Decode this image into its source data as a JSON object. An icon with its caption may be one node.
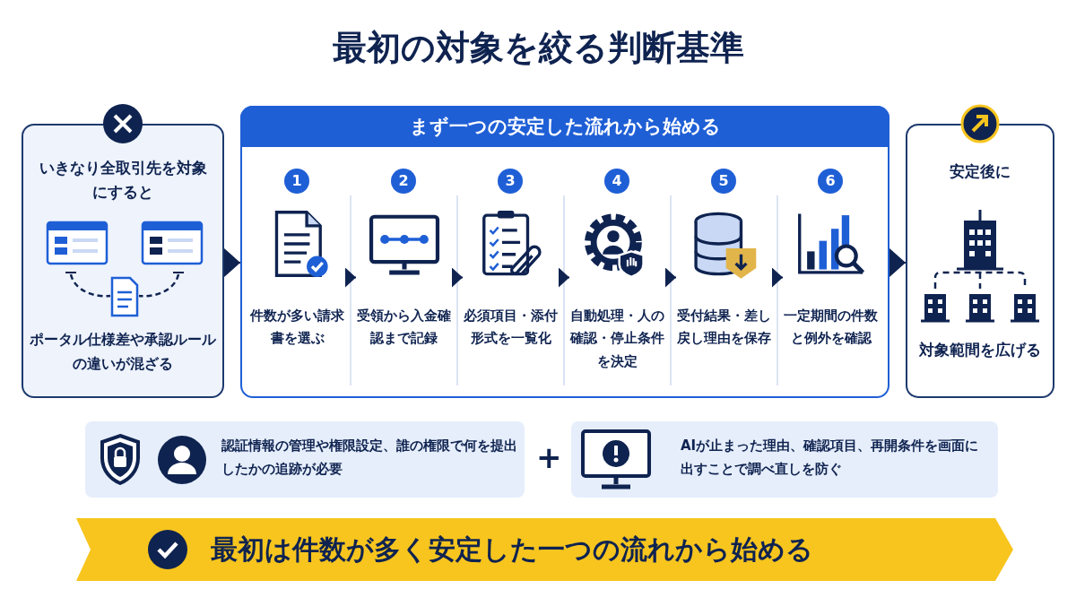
{
  "diagram": {
    "title": "最初の対象を絞る判断基準",
    "nodes": [
      {
        "text": [
          "いきなり全取引先を対象にすると",
          "ポータル仕様差や承認ルールの違いが混ざる"
        ]
      },
      {
        "text": [
          "まず一つの安定した流れから始める"
        ]
      },
      {
        "text": [
          "1",
          "件数が多い請求書を選ぶ"
        ],
        "in": 1
      },
      {
        "text": [
          "2",
          "受領から入金確認まで記録"
        ],
        "in": 1
      },
      {
        "text": [
          "3",
          "必須項目・添付形式を一覧化"
        ],
        "in": 1
      },
      {
        "text": [
          "4",
          "自動処理・人の確認・停止条件を決定"
        ],
        "in": 1
      },
      {
        "text": [
          "5",
          "受付結果・差し戻し理由を保存"
        ],
        "in": 1
      },
      {
        "text": [
          "6",
          "一定期間の件数と例外を確認"
        ],
        "in": 1
      },
      {
        "text": [
          "安定後に",
          "対象範間を広げる"
        ]
      },
      {
        "text": [
          "認証情報の管理や権限設定、誰の権限で何を提出したかの追跡が必要"
        ]
      },
      {
        "text": [
          "AIが止まった理由、確認項目、再開条件を画面に出すことで調べ直しを防ぐ"
        ]
      },
      {
        "text": [
          "最初は件数が多く安定した一つの流れから始める"
        ]
      }
    ],
    "edges": [
      {
        "from": 0,
        "to": 1,
        "arrow": "to"
      },
      {
        "from": 2,
        "to": 3,
        "arrow": "to"
      },
      {
        "from": 3,
        "to": 4,
        "arrow": "to"
      },
      {
        "from": 4,
        "to": 5,
        "arrow": "to"
      },
      {
        "from": 5,
        "to": 6,
        "arrow": "to"
      },
      {
        "from": 6,
        "to": 7,
        "arrow": "to"
      },
      {
        "from": 1,
        "to": 8,
        "arrow": "to"
      }
    ],
    "labels": [
      "+"
    ]
  }
}
